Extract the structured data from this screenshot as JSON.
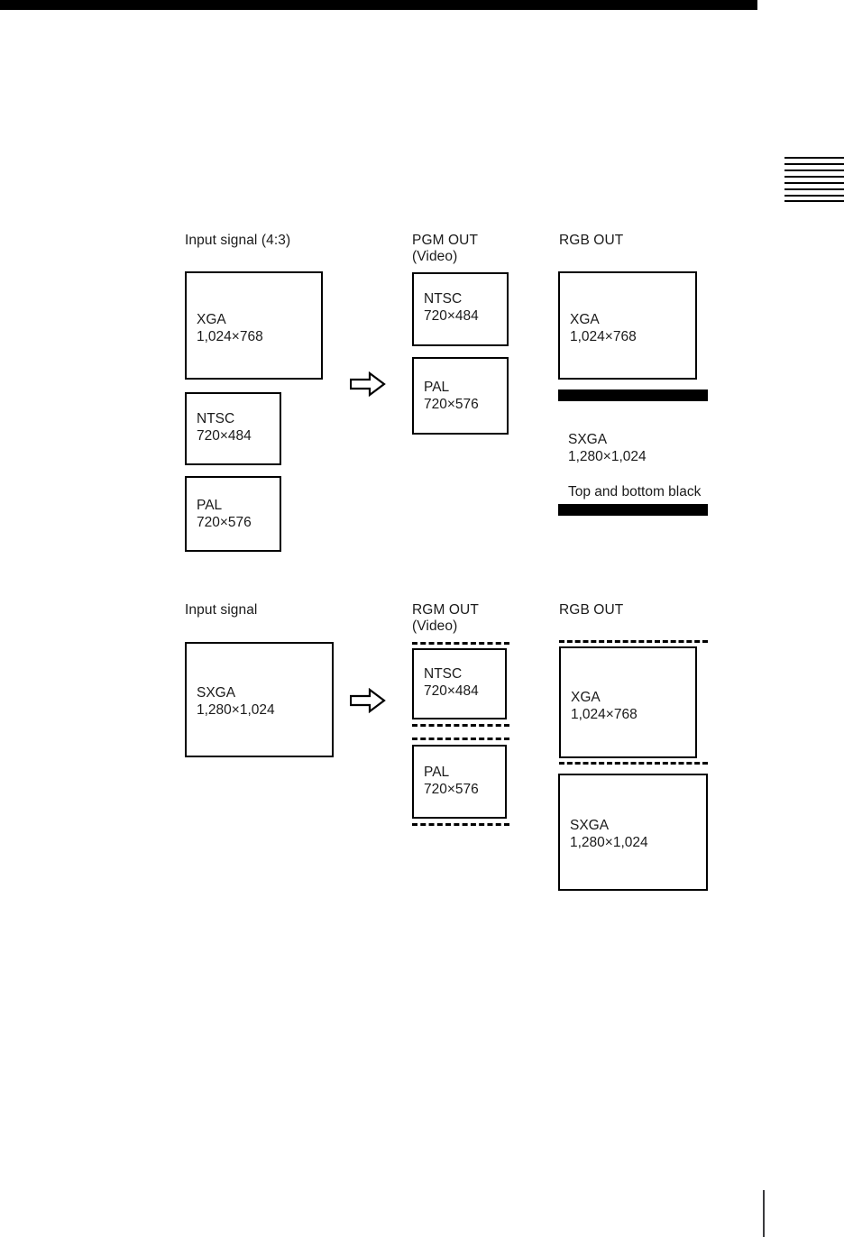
{
  "page": {
    "header_bar": "black-rule",
    "thumb_index_stripes": 8,
    "footer_rule": "vertical-rule"
  },
  "diagrams": [
    {
      "id": "diagram-4-3",
      "columns": [
        {
          "id": "input-4-3",
          "label": "Input signal (4:3)",
          "boxes": [
            {
              "id": "input-xga",
              "name": "XGA",
              "resolution": "1,024×768"
            },
            {
              "id": "input-ntsc",
              "name": "NTSC",
              "resolution": "720×484"
            },
            {
              "id": "input-pal",
              "name": "PAL",
              "resolution": "720×576"
            }
          ]
        },
        {
          "id": "pgm-out-video",
          "label": "PGM OUT\n(Video)",
          "boxes": [
            {
              "id": "pgm-ntsc",
              "name": "NTSC",
              "resolution": "720×484"
            },
            {
              "id": "pgm-pal",
              "name": "PAL",
              "resolution": "720×576"
            }
          ]
        },
        {
          "id": "rgb-out-1",
          "label": "RGB OUT",
          "boxes": [
            {
              "id": "rgb1-xga",
              "name": "XGA",
              "resolution": "1,024×768"
            },
            {
              "id": "rgb1-sxga",
              "name": "SXGA",
              "resolution": "1,280×1,024",
              "note": "Top and bottom black"
            }
          ]
        }
      ],
      "arrow": "right-arrow"
    },
    {
      "id": "diagram-sxga",
      "columns": [
        {
          "id": "input-sxga",
          "label": "Input signal",
          "boxes": [
            {
              "id": "input2-sxga",
              "name": "SXGA",
              "resolution": "1,280×1,024"
            }
          ]
        },
        {
          "id": "rgm-out-video",
          "label": "RGM OUT\n(Video)",
          "boxes": [
            {
              "id": "rgm-ntsc",
              "name": "NTSC",
              "resolution": "720×484"
            },
            {
              "id": "rgm-pal",
              "name": "PAL",
              "resolution": "720×576"
            }
          ]
        },
        {
          "id": "rgb-out-2",
          "label": "RGB OUT",
          "boxes": [
            {
              "id": "rgb2-xga",
              "name": "XGA",
              "resolution": "1,024×768"
            },
            {
              "id": "rgb2-sxga",
              "name": "SXGA",
              "resolution": "1,280×1,024"
            }
          ]
        }
      ],
      "arrow": "right-arrow"
    }
  ]
}
